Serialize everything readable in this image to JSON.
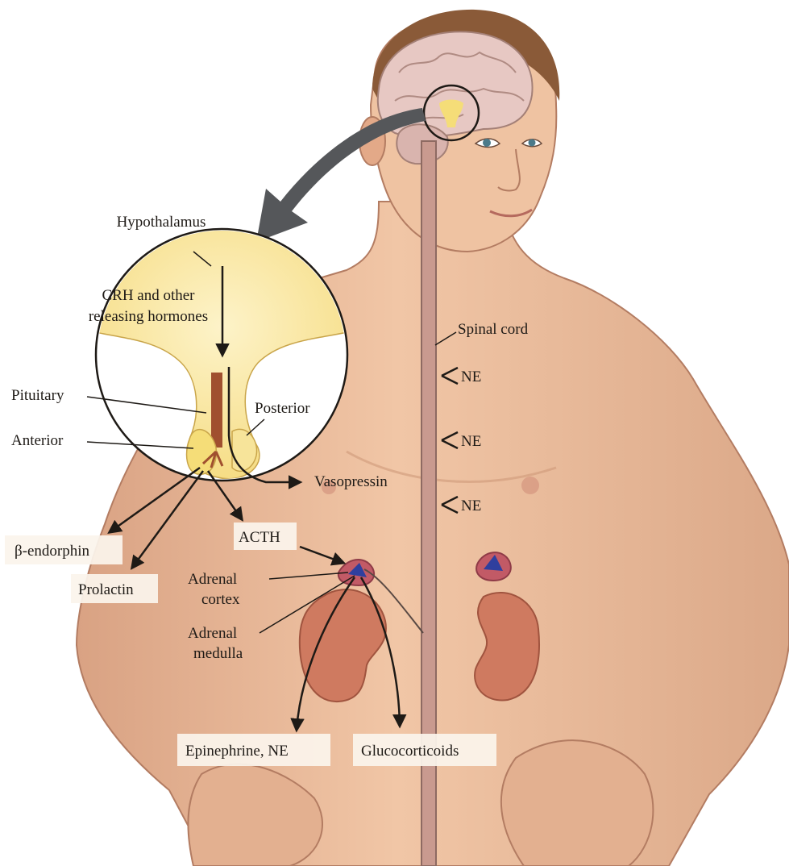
{
  "labels": {
    "hypothalamus": "Hypothalamus",
    "crh_line1": "CRH and other",
    "crh_line2": "releasing hormones",
    "pituitary": "Pituitary",
    "anterior": "Anterior",
    "posterior": "Posterior",
    "vasopressin": "Vasopressin",
    "spinal_cord": "Spinal cord",
    "ne_1": "NE",
    "ne_2": "NE",
    "ne_3": "NE",
    "beta_endorphin": "β-endorphin",
    "prolactin": "Prolactin",
    "acth": "ACTH",
    "adrenal_cortex_1": "Adrenal",
    "adrenal_cortex_2": "cortex",
    "adrenal_medulla_1": "Adrenal",
    "adrenal_medulla_2": "medulla",
    "epinephrine_ne": "Epinephrine, NE",
    "glucocorticoids": "Glucocorticoids"
  },
  "colors": {
    "skin": "#e8b896",
    "skin_shadow": "#d29c7a",
    "hair": "#8a5a38",
    "brain": "#e7c8c3",
    "spinal_cord": "#c99a8f",
    "hypothalamus_fill": "#fbeeb6",
    "pituitary_fill": "#f5dd78",
    "kidney": "#cf7a60",
    "adrenal_outer": "#c25a66",
    "adrenal_inner": "#2f3f9e",
    "arrow_grey": "#55575a"
  }
}
